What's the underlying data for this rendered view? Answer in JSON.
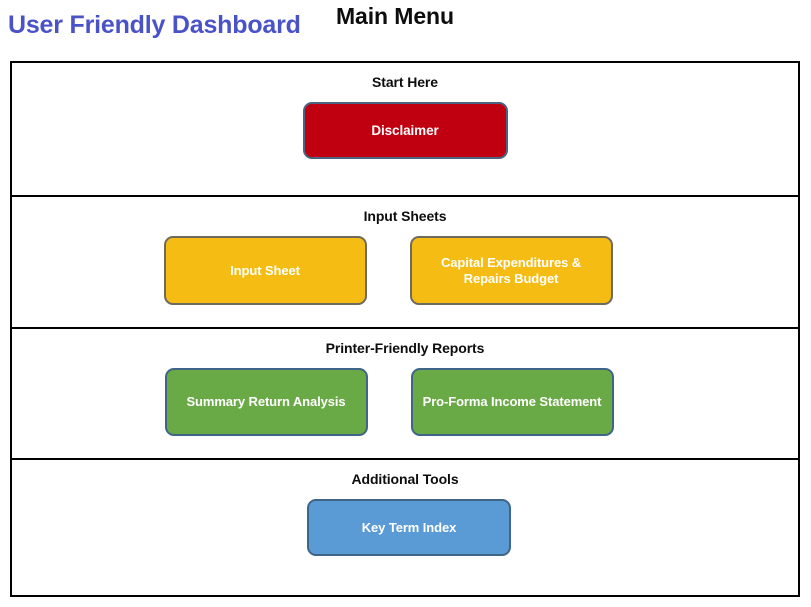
{
  "header": {
    "title": "User Friendly Dashboard",
    "subtitle": "Main Menu",
    "title_color": "#4a52c8",
    "subtitle_color": "#0d0d0d"
  },
  "sections": [
    {
      "title": "Start Here",
      "buttons": [
        {
          "label": "Disclaimer",
          "color": "#c00010",
          "border_color": "#4a6380",
          "text_color": "#ffffff"
        }
      ]
    },
    {
      "title": "Input Sheets",
      "buttons": [
        {
          "label": "Input Sheet",
          "color": "#f5bc14",
          "border_color": "#6e6b5c",
          "text_color": "#ffffff"
        },
        {
          "label": "Capital Expenditures & Repairs Budget",
          "color": "#f5bc14",
          "border_color": "#6e6b5c",
          "text_color": "#ffffff"
        }
      ]
    },
    {
      "title": "Printer-Friendly Reports",
      "buttons": [
        {
          "label": "Summary Return Analysis",
          "color": "#6aaa46",
          "border_color": "#3f6588",
          "text_color": "#ffffff"
        },
        {
          "label": "Pro-Forma Income Statement",
          "color": "#6aaa46",
          "border_color": "#3f6588",
          "text_color": "#ffffff"
        }
      ]
    },
    {
      "title": "Additional Tools",
      "buttons": [
        {
          "label": "Key Term Index",
          "color": "#5b9bd5",
          "border_color": "#3f6588",
          "text_color": "#ffffff"
        }
      ]
    }
  ]
}
